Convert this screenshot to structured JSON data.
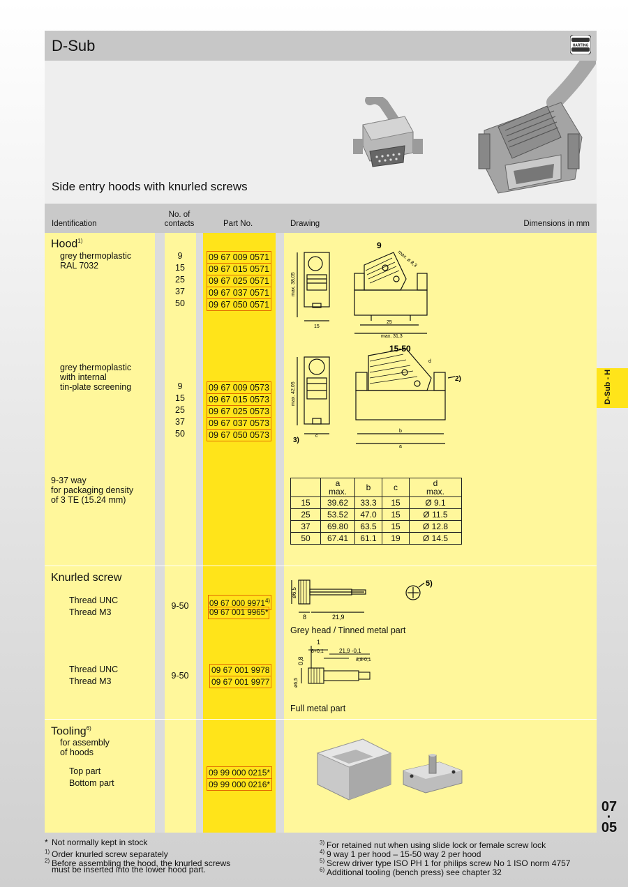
{
  "header": {
    "title": "D-Sub",
    "logo_text": "HARTING"
  },
  "hero": {
    "subtitle": "Side entry hoods with knurled screws"
  },
  "columns": {
    "identification": "Identification",
    "contacts_line1": "No. of",
    "contacts_line2": "contacts",
    "part_no": "Part No.",
    "drawing": "Drawing",
    "dimensions": "Dimensions in mm"
  },
  "hood": {
    "title": "Hood",
    "title_sup": "1)",
    "group1": {
      "line1": "grey thermoplastic",
      "line2": "RAL 7032",
      "rows": [
        {
          "contacts": "9",
          "part": "09 67 009 0571"
        },
        {
          "contacts": "15",
          "part": "09 67 015 0571"
        },
        {
          "contacts": "25",
          "part": "09 67 025 0571"
        },
        {
          "contacts": "37",
          "part": "09 67 037 0571"
        },
        {
          "contacts": "50",
          "part": "09 67 050 0571"
        }
      ]
    },
    "group2": {
      "line1": "grey thermoplastic",
      "line2": "with internal",
      "line3": "tin-plate screening",
      "rows": [
        {
          "contacts": "9",
          "part": "09 67 009 0573"
        },
        {
          "contacts": "15",
          "part": "09 67 015 0573"
        },
        {
          "contacts": "25",
          "part": "09 67 025 0573"
        },
        {
          "contacts": "37",
          "part": "09 67 037 0573"
        },
        {
          "contacts": "50",
          "part": "09 67 050 0573"
        }
      ]
    },
    "packaging": {
      "line1": "9-37 way",
      "line2": "for packaging density",
      "line3": "of 3 TE (15.24 mm)"
    },
    "drawing1": {
      "label": "9",
      "dim_max": "max. ø 8,3",
      "dim_h": "max. 38,05",
      "dim_15": "15",
      "dim_25": "25",
      "dim_31": "max. 31,3"
    },
    "drawing2": {
      "label": "15-50",
      "dim_h": "max. 42,05",
      "note2": "2)",
      "note3": "3)",
      "c": "c",
      "b": "b",
      "a": "a",
      "d": "d"
    }
  },
  "dims_table": {
    "headers": [
      "",
      "a\nmax.",
      "b",
      "c",
      "d\nmax."
    ],
    "rows": [
      [
        "15",
        "39.62",
        "33.3",
        "15",
        "Ø  9.1"
      ],
      [
        "25",
        "53.52",
        "47.0",
        "15",
        "Ø 11.5"
      ],
      [
        "37",
        "69.80",
        "63.5",
        "15",
        "Ø 12.8"
      ],
      [
        "50",
        "67.41",
        "61.1",
        "19",
        "Ø 14.5"
      ]
    ]
  },
  "knurled": {
    "title": "Knurled screw",
    "g1": {
      "unc": "Thread UNC",
      "m3": "Thread M3",
      "contacts": "9-50",
      "part_unc": "09 67 000 9971",
      "part_unc_sup": "4)",
      "part_m3": "09 67 001 9965*",
      "caption": "Grey head / Tinned metal part",
      "d1": "ø6,5",
      "d2": "8",
      "d3": "21,9",
      "note5": "5)"
    },
    "g2": {
      "unc": "Thread UNC",
      "m3": "Thread M3",
      "contacts": "9-50",
      "part_unc": "09 67 001 9978",
      "part_m3": "09 67 001 9977",
      "caption": "Full metal part",
      "d1": "1",
      "d2": "8+0,1",
      "d3": "21,9 -0,1",
      "d4": "8,8-0,1",
      "d5": "0,8",
      "d6": "ø6,5"
    }
  },
  "tooling": {
    "title": "Tooling",
    "title_sup": "6)",
    "line1": "for assembly",
    "line2": "of hoods",
    "top": "Top part",
    "bottom": "Bottom part",
    "part_top": "09 99 000 0215*",
    "part_bottom": "09 99 000 0216*"
  },
  "side_tab": "D-Sub - H",
  "page": {
    "chapter": "07",
    "dot": "·",
    "page": "05"
  },
  "footnotes": {
    "left": [
      {
        "mark": "*",
        "text": "Not normally kept in stock"
      },
      {
        "mark": "1)",
        "text": "Order knurled screw separately"
      },
      {
        "mark": "2)",
        "text": "Before assembling the hood, the knurled screws"
      },
      {
        "mark": "",
        "text": "must be inserted into the lower hood part."
      }
    ],
    "right": [
      {
        "mark": "3)",
        "text": "For retained nut when using slide lock or female screw lock"
      },
      {
        "mark": "4)",
        "text": "9 way 1 per hood – 15-50 way 2 per hood"
      },
      {
        "mark": "5)",
        "text": "Screw driver type ISO PH 1 for philips screw No 1 ISO norm 4757"
      },
      {
        "mark": "6)",
        "text": "Additional tooling (bench press) see chapter 32"
      }
    ]
  },
  "colors": {
    "yellow": "#fff79b",
    "yellow_strong": "#ffe41a",
    "grey_header": "#c7c7c7",
    "orange_border": "#e26a00"
  }
}
